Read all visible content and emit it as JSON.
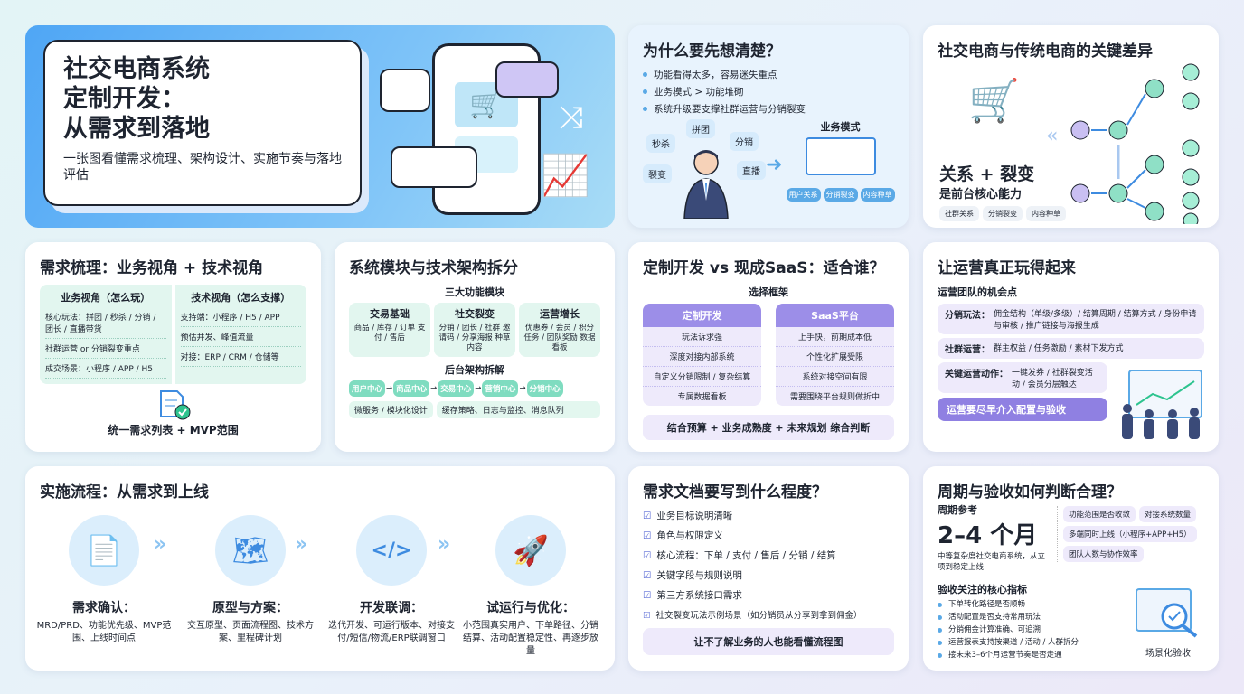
{
  "hero": {
    "title_lines": [
      "社交电商系统",
      "定制开发：",
      "从需求到落地"
    ],
    "subtitle": "一张图看懂需求梳理、架构设计、实施节奏与落地评估"
  },
  "why": {
    "title": "为什么要先想清楚？",
    "bullets": [
      "功能看得太多，容易迷失重点",
      "业务模式 > 功能堆砌",
      "系统升级要支撑社群运营与分销裂变"
    ],
    "bubbles": [
      "拼团",
      "秒杀",
      "分销",
      "裂变",
      "直播"
    ],
    "diagram_title": "业务模式",
    "diagram_boxes": [
      "用户关系",
      "分销裂变",
      "内容种草"
    ]
  },
  "diff": {
    "title": "社交电商与传统电商的关键差异",
    "headline": "关系 + 裂变",
    "subline": "是前台核心能力",
    "tags": [
      "社群关系",
      "分销裂变",
      "内容种草"
    ]
  },
  "req": {
    "title": "需求梳理：业务视角 + 技术视角",
    "biz": {
      "title": "业务视角（怎么玩）",
      "rows": [
        "核心玩法：拼团 / 秒杀 / 分销 / 团长 / 直播带货",
        "社群运营 or 分销裂变重点",
        "成交场景：小程序 / APP / H5"
      ]
    },
    "tech": {
      "title": "技术视角（怎么支撑）",
      "rows": [
        "支持端：小程序 / H5 / APP",
        "预估并发、峰值流量",
        "对接：ERP / CRM / 仓储等"
      ]
    },
    "result": "统一需求列表 + MVP范围"
  },
  "arch": {
    "title": "系统模块与技术架构拆分",
    "modules_title": "三大功能模块",
    "modules": [
      {
        "name": "交易基础",
        "desc": "商品 / 库存 / 订单 支付 / 售后"
      },
      {
        "name": "社交裂变",
        "desc": "分销 / 团长 / 社群 邀请码 / 分享海报 种草内容"
      },
      {
        "name": "运营增长",
        "desc": "优惠券 / 会员 / 积分任务 / 团队奖励 数据看板"
      }
    ],
    "backend_title": "后台架构拆解",
    "centers": [
      "用户中心",
      "商品中心",
      "交易中心",
      "营销中心",
      "分销中心"
    ],
    "notes": [
      "微服务 / 模块化设计",
      "缓存策略、日志与监控、消息队列"
    ]
  },
  "saas": {
    "title": "定制开发 vs 现成SaaS：适合谁？",
    "framework": "选择框架",
    "custom": {
      "name": "定制开发",
      "rows": [
        "玩法诉求强",
        "深度对接内部系统",
        "自定义分销限制 / 复杂结算",
        "专属数据看板"
      ]
    },
    "platform": {
      "name": "SaaS平台",
      "rows": [
        "上手快，前期成本低",
        "个性化扩展受限",
        "系统对接空间有限",
        "需要围绕平台规则做折中"
      ]
    },
    "conclusion": "结合预算 + 业务成熟度 + 未来规划 综合判断"
  },
  "ops": {
    "title": "让运营真正玩得起来",
    "subtitle": "运营团队的机会点",
    "items": [
      {
        "label": "分销玩法：",
        "text": "佣金结构（单级/多级）/ 结算周期 / 结算方式 / 身份申请与审核 / 推广链接与海报生成"
      },
      {
        "label": "社群运营：",
        "text": "群主权益 / 任务激励 / 素材下发方式"
      },
      {
        "label": "关键运营动作：",
        "text": "一键发券 / 社群裂变活动 / 会员分层触达"
      }
    ],
    "footer": "运营要尽早介入配置与验收"
  },
  "flow": {
    "title": "实施流程：从需求到上线",
    "steps": [
      {
        "title": "需求确认：",
        "desc": "MRD/PRD、功能优先级、MVP范围、上线时间点",
        "icon": "document-clock-icon"
      },
      {
        "title": "原型与方案：",
        "desc": "交互原型、页面流程图、技术方案、里程碑计划",
        "icon": "blueprint-icon"
      },
      {
        "title": "开发联调：",
        "desc": "迭代开发、可运行版本、对接支付/短信/物流/ERP联调窗口",
        "icon": "code-window-icon"
      },
      {
        "title": "试运行与优化：",
        "desc": "小范围真实用户、下单路径、分销结算、活动配置稳定性、再逐步放量",
        "icon": "rocket-icon"
      }
    ]
  },
  "doc": {
    "title": "需求文档要写到什么程度？",
    "items": [
      "业务目标说明清晰",
      "角色与权限定义",
      "核心流程：下单 / 支付 / 售后 / 分销 / 结算",
      "关键字段与规则说明",
      "第三方系统接口需求",
      "社交裂变玩法示例场景（如分销员从分享到拿到佣金）"
    ],
    "callout": "让不了解业务的人也能看懂流程图"
  },
  "cycle": {
    "title": "周期与验收如何判断合理？",
    "ref_label": "周期参考",
    "period": "2–4 个月",
    "period_note": "中等复杂度社交电商系统，从立项到稳定上线",
    "factors": [
      "功能范围是否收敛",
      "对接系统数量",
      "多端同时上线（小程序+APP+H5）",
      "团队人数与协作效率"
    ],
    "metrics_title": "验收关注的核心指标",
    "metrics": [
      "下单转化路径是否顺畅",
      "活动配置是否支持常用玩法",
      "分销佣金计算准确、可追溯",
      "运营报表支持按渠道 / 活动 / 人群拆分",
      "接未来3–6个月运营节奏是否走通"
    ],
    "scene": "场景化验收"
  },
  "colors": {
    "hero_blue": "#4fa6f5",
    "teal": "#7fdcc0",
    "lavender": "#9c8ee8",
    "accent_blue": "#3d8be0"
  }
}
